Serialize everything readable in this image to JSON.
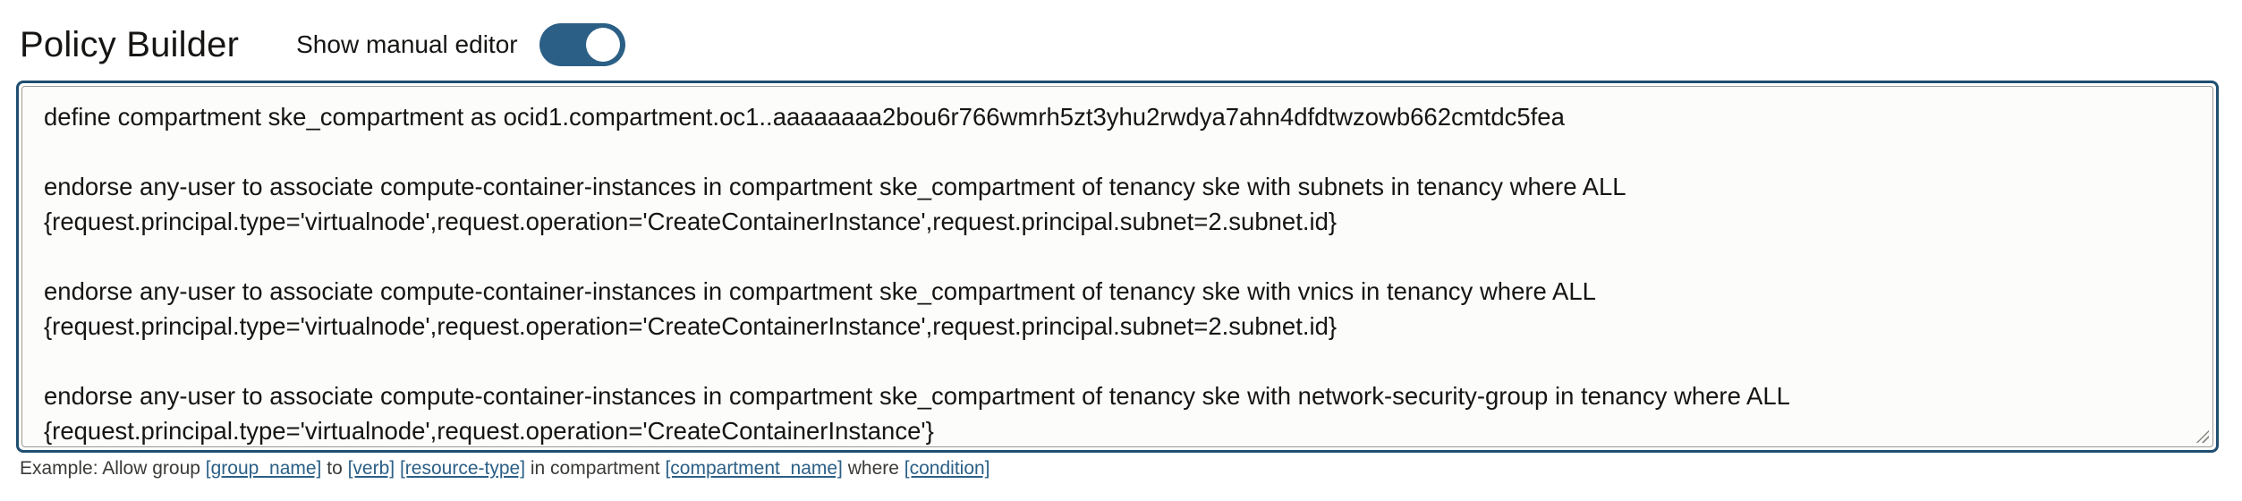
{
  "header": {
    "title": "Policy Builder",
    "toggle_label": "Show manual editor",
    "toggle_on": true
  },
  "editor": {
    "lines": [
      "define compartment ske_compartment as ocid1.compartment.oc1..aaaaaaaa2bou6r766wmrh5zt3yhu2rwdya7ahn4dfdtwzowb662cmtdc5fea",
      "",
      "endorse any-user to associate compute-container-instances in compartment ske_compartment of tenancy ske with subnets in tenancy where ALL",
      "{request.principal.type='virtualnode',request.operation='CreateContainerInstance',request.principal.subnet=2.subnet.id}",
      "",
      "endorse any-user to associate compute-container-instances in compartment ske_compartment of tenancy ske with vnics in tenancy where ALL",
      "{request.principal.type='virtualnode',request.operation='CreateContainerInstance',request.principal.subnet=2.subnet.id}",
      "",
      "endorse any-user to associate compute-container-instances in compartment ske_compartment of tenancy ske with network-security-group in tenancy where ALL",
      "{request.principal.type='virtualnode',request.operation='CreateContainerInstance'}"
    ]
  },
  "example": {
    "prefix": "Example: Allow group",
    "group_name": "[group_name]",
    "to": "to",
    "verb": "[verb]",
    "resource_type": "[resource-type]",
    "in_compartment": "in compartment",
    "compartment_name": "[compartment_name]",
    "where": "where",
    "condition": "[condition]"
  },
  "colors": {
    "accent": "#2b5f86",
    "focus_border": "#1f4e70",
    "text": "#161513"
  }
}
